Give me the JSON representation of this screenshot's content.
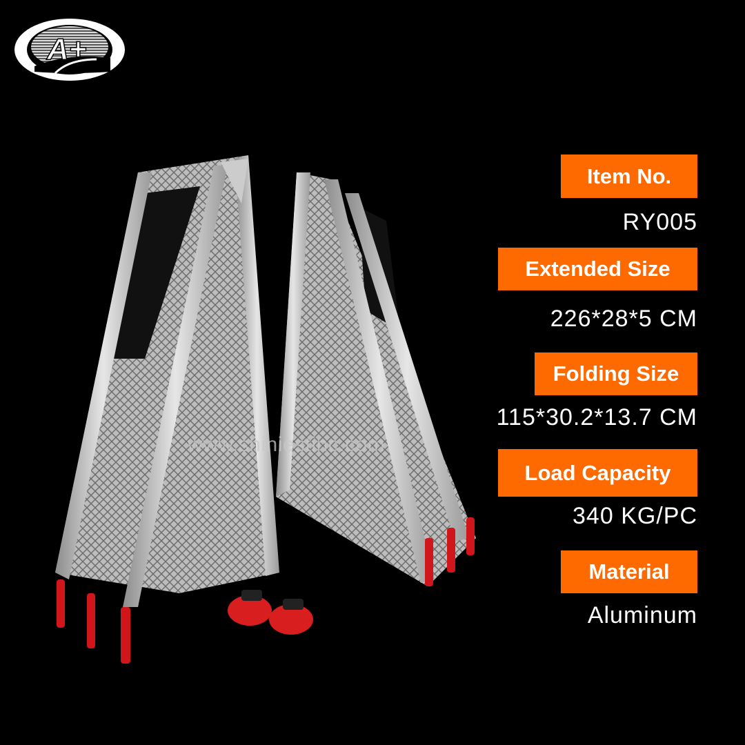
{
  "brand": {
    "logo_text": "A+"
  },
  "watermark": "www.shiniestinc.com",
  "colors": {
    "accent": "#ff6a00",
    "background": "#000000",
    "text": "#ffffff"
  },
  "specs": [
    {
      "label": "Item No.",
      "value": "RY005"
    },
    {
      "label": "Extended Size",
      "value": "226*28*5 CM"
    },
    {
      "label": "Folding Size",
      "value": "115*30.2*13.7 CM"
    },
    {
      "label": "Load Capacity",
      "value": "340 KG/PC"
    },
    {
      "label": "Material",
      "value": "Aluminum"
    }
  ]
}
